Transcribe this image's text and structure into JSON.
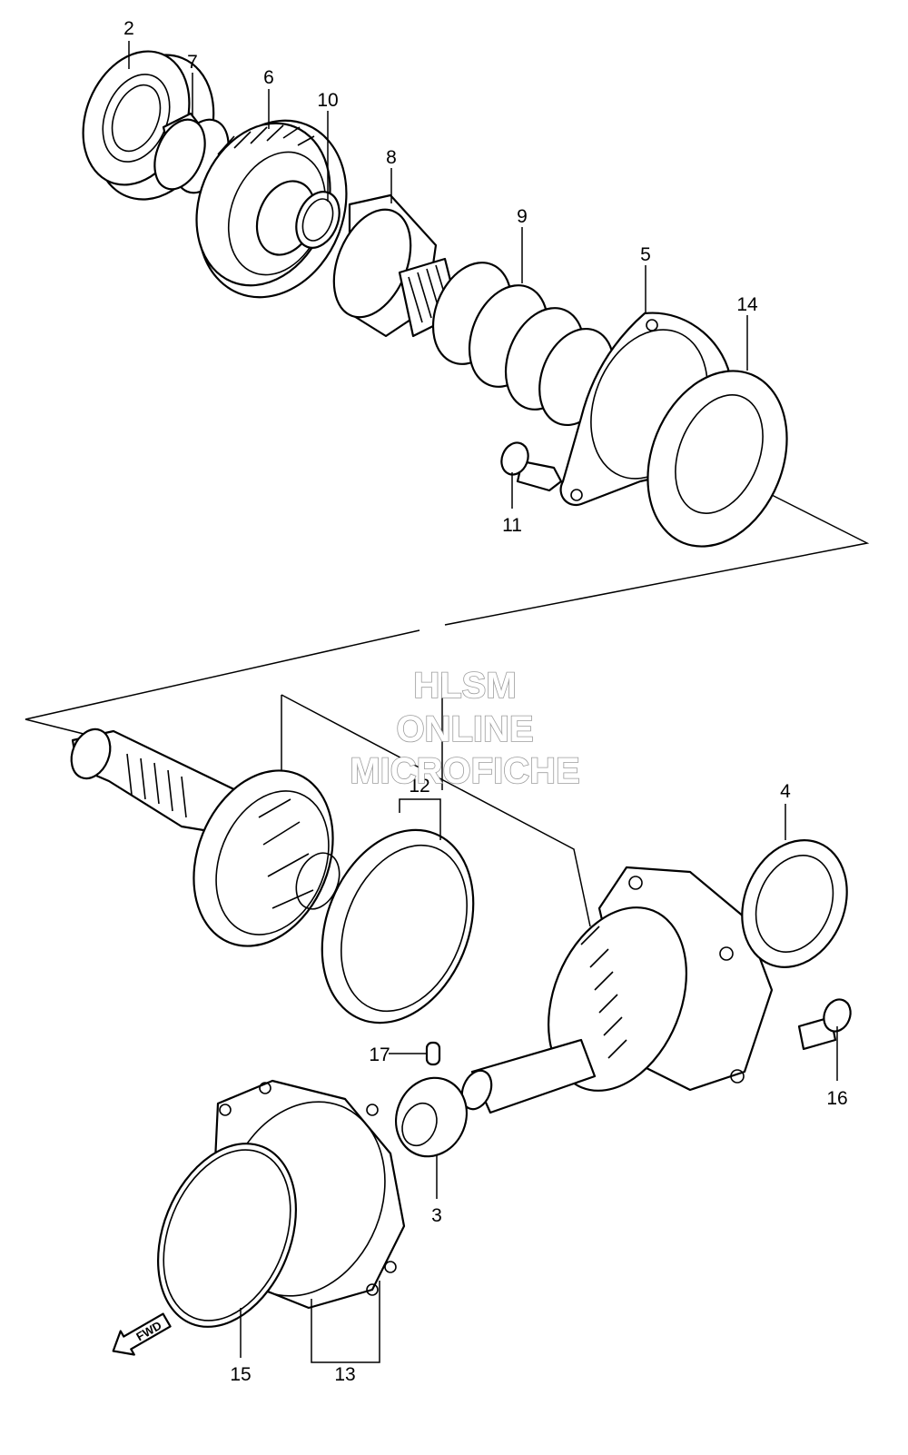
{
  "callouts": {
    "c2": "2",
    "c7": "7",
    "c6": "6",
    "c10": "10",
    "c8": "8",
    "c9": "9",
    "c5": "5",
    "c14": "14",
    "c11": "11",
    "c12": "12",
    "c4": "4",
    "c17": "17",
    "c16": "16",
    "c3": "3",
    "c15": "15",
    "c13": "13"
  },
  "watermark": {
    "line1": "HLSM",
    "line2": "ONLINE",
    "line3": "MICROFICHE"
  },
  "direction_marker": "FWD"
}
